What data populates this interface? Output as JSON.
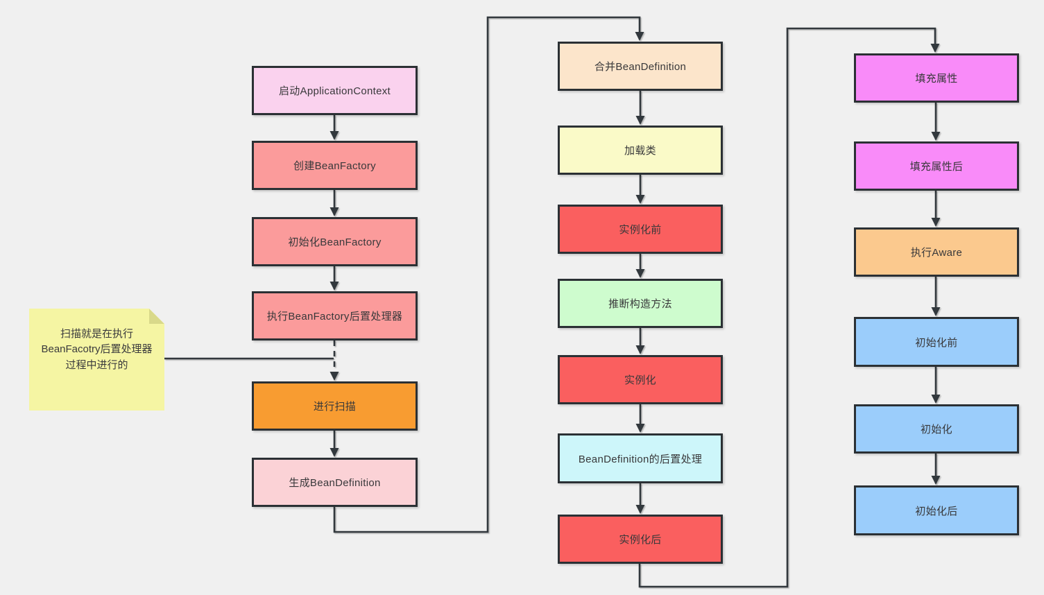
{
  "diagram": {
    "background_color": "#f0f0f0",
    "box_border_color": "#2b3034",
    "line_color": "#33383d",
    "text_color": "#38383a",
    "nodes": [
      {
        "label": "启动ApplicationContext",
        "fill": "#fad2ee"
      },
      {
        "label": "创建BeanFactory",
        "fill": "#fb9b9b"
      },
      {
        "label": "初始化BeanFactory",
        "fill": "#fb9b9b"
      },
      {
        "label": "执行BeanFactory后置处理器",
        "fill": "#fb9b9b"
      },
      {
        "label": "进行扫描",
        "fill": "#f89c31"
      },
      {
        "label": "生成BeanDefinition",
        "fill": "#fbd2d6"
      },
      {
        "label": "合并BeanDefinition",
        "fill": "#fce5cb"
      },
      {
        "label": "加载类",
        "fill": "#fafac8"
      },
      {
        "label": "实例化前",
        "fill": "#fa5f5f"
      },
      {
        "label": "推断构造方法",
        "fill": "#cefcce"
      },
      {
        "label": "实例化",
        "fill": "#fa5f5f"
      },
      {
        "label": "BeanDefinition的后置处理",
        "fill": "#cdf6fa"
      },
      {
        "label": "实例化后",
        "fill": "#fa5f5f"
      },
      {
        "label": "填充属性",
        "fill": "#f98bf9"
      },
      {
        "label": "填充属性后",
        "fill": "#f98bf9"
      },
      {
        "label": "执行Aware",
        "fill": "#fbc98e"
      },
      {
        "label": "初始化前",
        "fill": "#9bcdfb"
      },
      {
        "label": "初始化",
        "fill": "#9bcdfb"
      },
      {
        "label": "初始化后",
        "fill": "#9bcdfb"
      }
    ],
    "note": {
      "lines": [
        "扫描就是在执行",
        "BeanFacotry后置处理器",
        "过程中进行的"
      ],
      "fill": "#f5f5a3",
      "fold_color": "#d9d98a"
    },
    "edges": [
      {
        "from": "启动ApplicationContext",
        "to": "创建BeanFactory",
        "style": "solid"
      },
      {
        "from": "创建BeanFactory",
        "to": "初始化BeanFactory",
        "style": "solid"
      },
      {
        "from": "初始化BeanFactory",
        "to": "执行BeanFactory后置处理器",
        "style": "solid"
      },
      {
        "from": "执行BeanFactory后置处理器",
        "to": "进行扫描",
        "style": "dashed"
      },
      {
        "from": "进行扫描",
        "to": "生成BeanDefinition",
        "style": "solid"
      },
      {
        "from": "生成BeanDefinition",
        "to": "合并BeanDefinition",
        "style": "solid"
      },
      {
        "from": "合并BeanDefinition",
        "to": "加载类",
        "style": "solid"
      },
      {
        "from": "加载类",
        "to": "实例化前",
        "style": "solid"
      },
      {
        "from": "实例化前",
        "to": "推断构造方法",
        "style": "solid"
      },
      {
        "from": "推断构造方法",
        "to": "实例化",
        "style": "solid"
      },
      {
        "from": "实例化",
        "to": "BeanDefinition的后置处理",
        "style": "solid"
      },
      {
        "from": "BeanDefinition的后置处理",
        "to": "实例化后",
        "style": "solid"
      },
      {
        "from": "实例化后",
        "to": "填充属性",
        "style": "solid"
      },
      {
        "from": "填充属性",
        "to": "填充属性后",
        "style": "solid"
      },
      {
        "from": "填充属性后",
        "to": "执行Aware",
        "style": "solid"
      },
      {
        "from": "执行Aware",
        "to": "初始化前",
        "style": "solid"
      },
      {
        "from": "初始化前",
        "to": "初始化",
        "style": "solid"
      },
      {
        "from": "初始化",
        "to": "初始化后",
        "style": "solid"
      },
      {
        "from": "便签",
        "to": "执行BeanFactory后置处理器与进行扫描之间的虚线",
        "style": "plain-line"
      }
    ]
  }
}
